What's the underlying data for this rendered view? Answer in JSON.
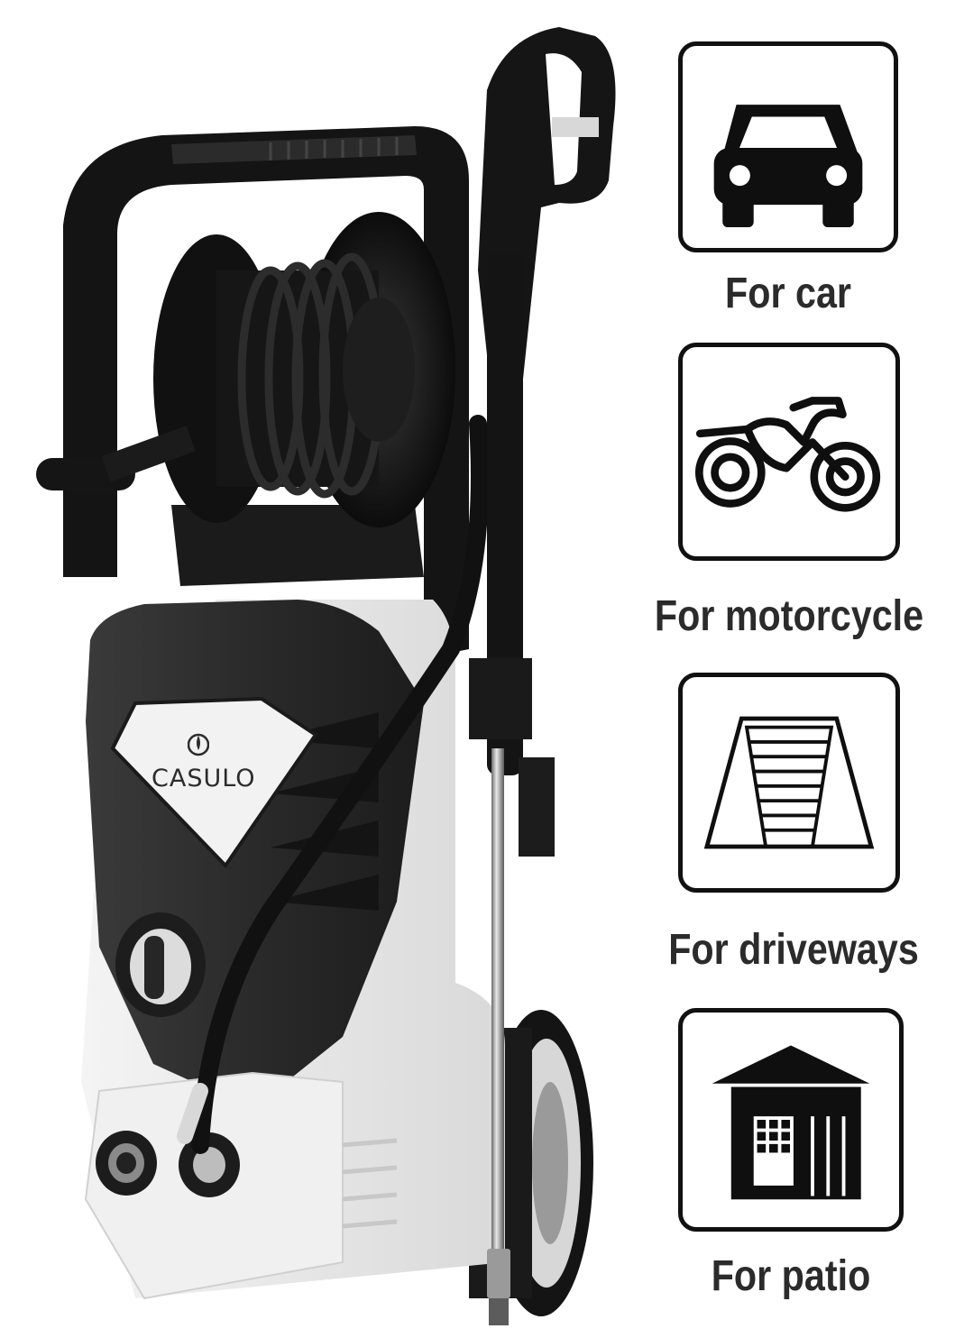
{
  "product": {
    "brand": "CASULO",
    "image": "electric-pressure-washer-with-hose-reel"
  },
  "uses": [
    {
      "label": "For car",
      "icon": "car-icon"
    },
    {
      "label": "For motorcycle",
      "icon": "motorcycle-icon"
    },
    {
      "label": "For driveways",
      "icon": "driveway-icon"
    },
    {
      "label": "For patio",
      "icon": "garage-patio-icon"
    }
  ],
  "colors": {
    "body_dark": "#2e2e2e",
    "body_light": "#eeeeee",
    "frame_black": "#151515",
    "text": "#2b2b2b"
  }
}
